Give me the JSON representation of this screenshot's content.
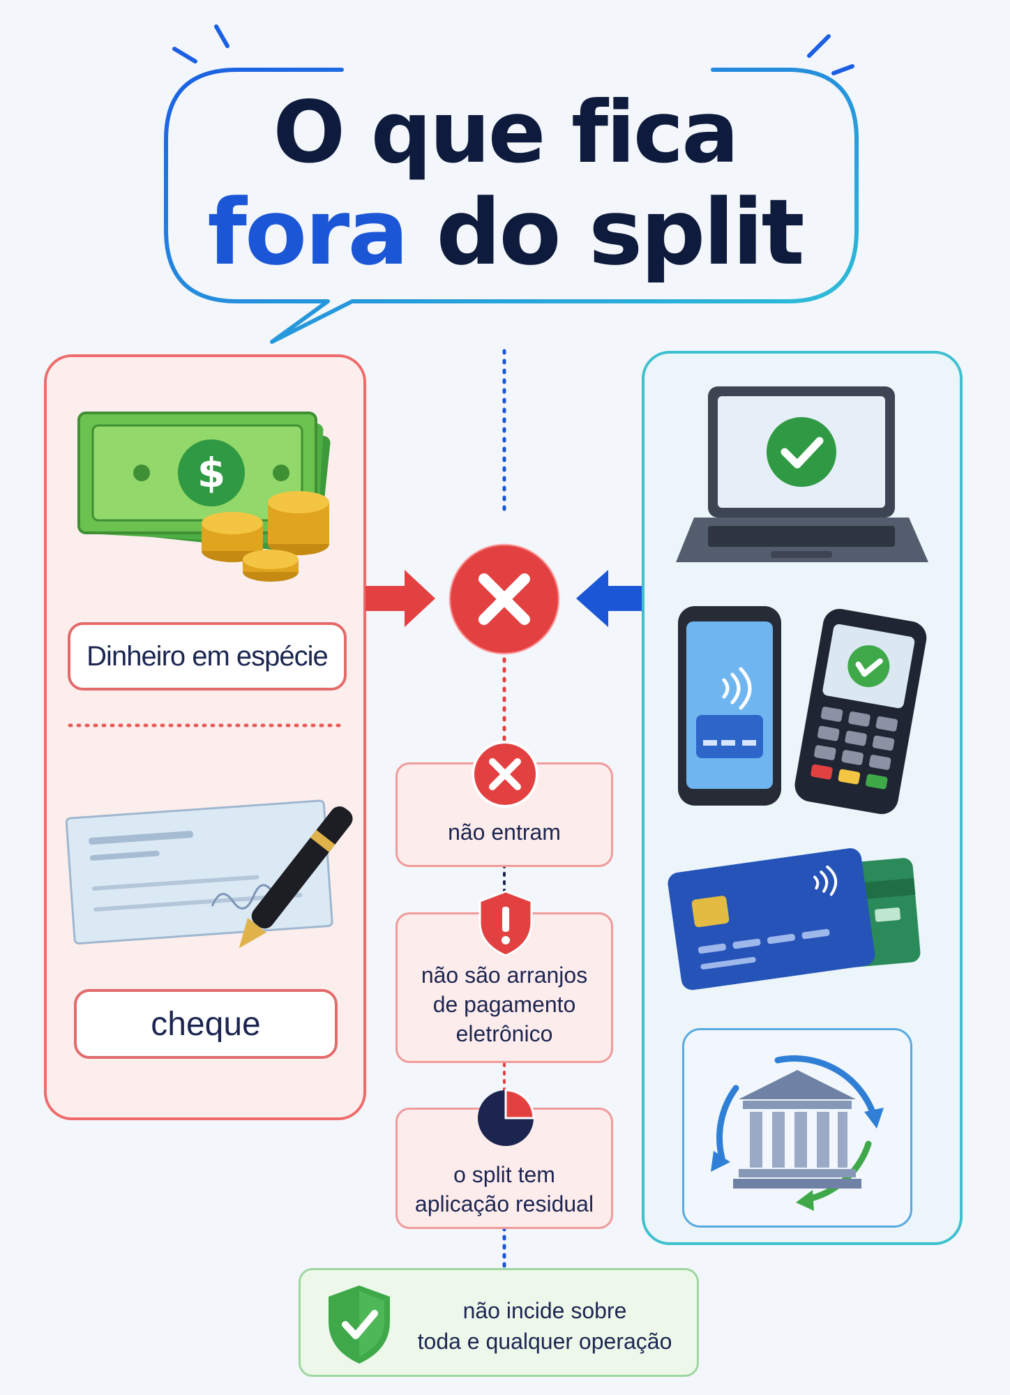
{
  "title": {
    "line1": "O que fica",
    "line2_accent": "fora",
    "line2_rest": " do split"
  },
  "left_items": {
    "cash_label": "Dinheiro em espécie",
    "cheque_label": "cheque"
  },
  "middle_items": {
    "nao_entram": "não entram",
    "arranjos_lines": [
      "não são arranjos",
      "de pagamento",
      "eletrônico"
    ],
    "residual_lines": [
      "o split tem",
      "aplicação residual"
    ]
  },
  "bottom": {
    "lines": [
      "não incide sobre",
      "toda e qualquer operação"
    ]
  },
  "colors": {
    "navy": "#0e1b3d",
    "blue": "#1a56d6",
    "red": "#e34141",
    "teal": "#3ec0cf",
    "green": "#3fa94a"
  },
  "icons": [
    "cash-icon",
    "coins-icon",
    "cheque-icon",
    "pen-icon",
    "x-circle-icon",
    "laptop-icon",
    "phone-icon",
    "card-terminal-icon",
    "credit-card-icon",
    "bank-icon",
    "alert-shield-icon",
    "pie-chart-icon",
    "check-shield-icon"
  ]
}
